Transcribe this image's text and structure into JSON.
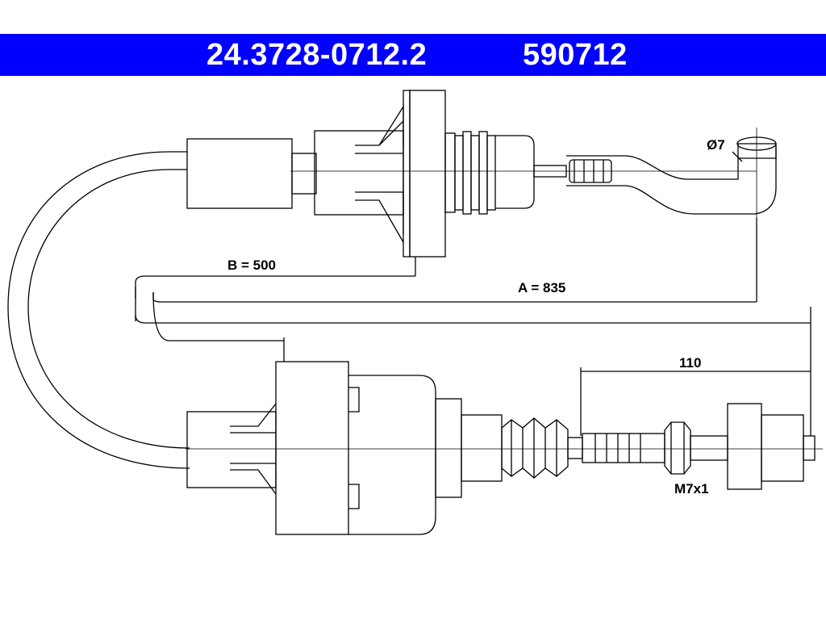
{
  "header": {
    "part_number": "24.3728-0712.2",
    "ref_number": "590712",
    "bar_color": "#0000ff"
  },
  "dimensions": {
    "diameter": "Ø7",
    "b_label": "B = 500",
    "a_label": "A = 835",
    "end_length": "110",
    "thread": "M7x1"
  }
}
